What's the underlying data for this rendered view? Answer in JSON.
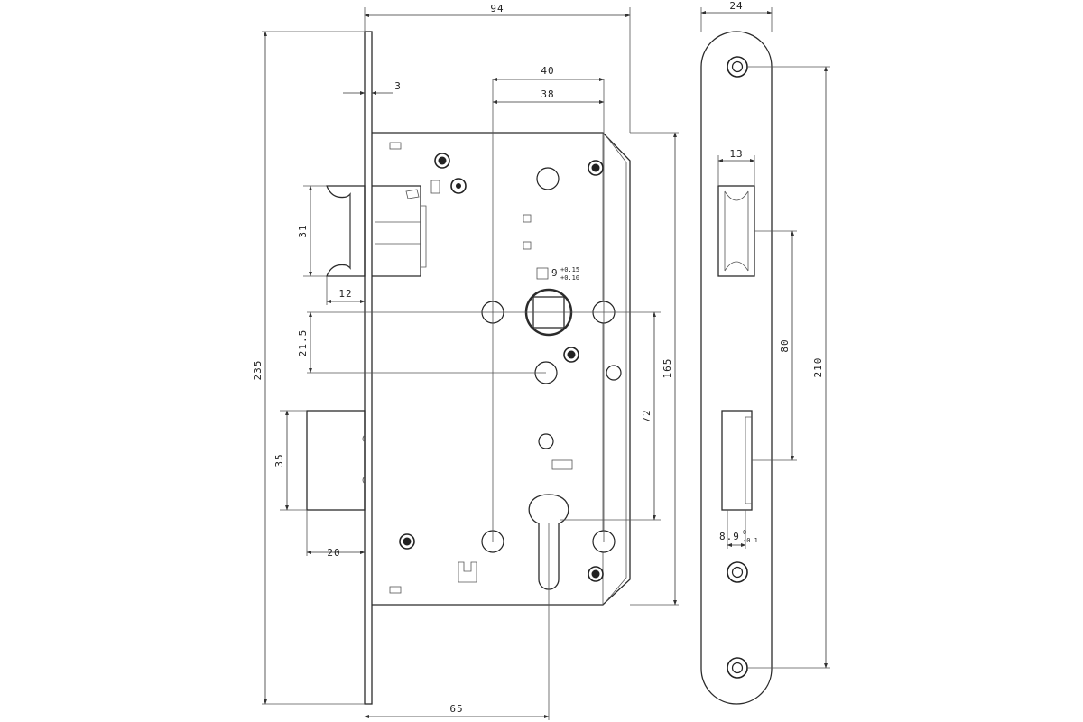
{
  "dimensions": {
    "lock_width": "94",
    "faceplate_thickness": "3",
    "case_depth": "40",
    "handle_offset": "38",
    "spindle_square": "9",
    "spindle_tol_upper": "+0.15",
    "spindle_tol_lower": "+0.10",
    "latch_height": "31",
    "latch_projection": "12",
    "latch_to_spindle": "21.5",
    "total_height": "235",
    "case_height": "165",
    "spindle_to_cylinder": "72",
    "deadbolt_height": "35",
    "deadbolt_projection": "20",
    "backset": "65",
    "strike_width": "24",
    "strike_slot_width": "13",
    "strike_slot_distance": "80",
    "strike_height": "210",
    "strike_slot2_width": "8.9",
    "strike_slot2_tol_upper": "0",
    "strike_slot2_tol_lower": "-0.1"
  }
}
